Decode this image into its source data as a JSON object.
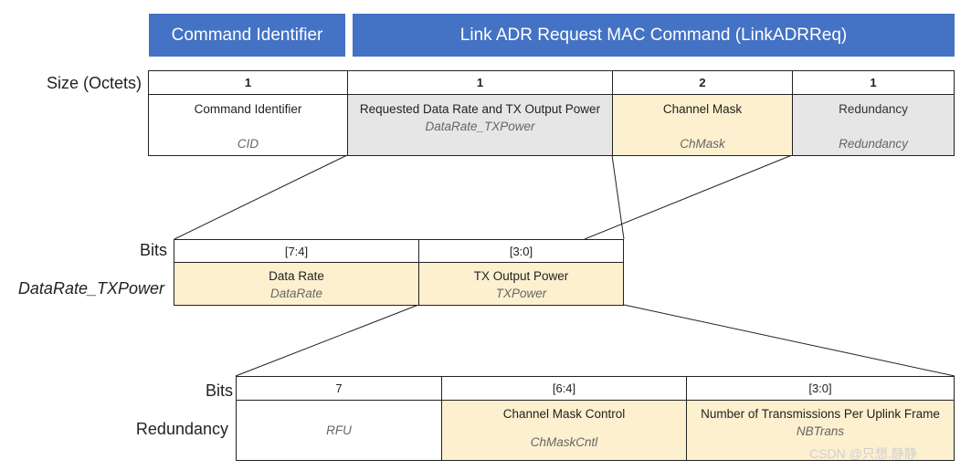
{
  "banners": {
    "left": "Command Identifier",
    "right": "Link ADR Request MAC Command (LinkADRReq)"
  },
  "table1": {
    "row_label": "Size (Octets)",
    "sizes": [
      "1",
      "1",
      "2",
      "1"
    ],
    "fields": [
      {
        "title": "Command Identifier",
        "abbr": "CID"
      },
      {
        "title": "Requested Data Rate and TX Output Power",
        "abbr": "DataRate_TXPower"
      },
      {
        "title": "Channel Mask",
        "abbr": "ChMask"
      },
      {
        "title": "Redundancy",
        "abbr": "Redundancy"
      }
    ]
  },
  "table2": {
    "bits_label": "Bits",
    "row_label": "DataRate_TXPower",
    "bits": [
      "[7:4]",
      "[3:0]"
    ],
    "fields": [
      {
        "title": "Data Rate",
        "abbr": "DataRate"
      },
      {
        "title": "TX Output Power",
        "abbr": "TXPower"
      }
    ]
  },
  "table3": {
    "bits_label": "Bits",
    "row_label": "Redundancy",
    "bits": [
      "7",
      "[6:4]",
      "[3:0]"
    ],
    "rfu": "RFU",
    "fields": [
      {
        "title": "Channel Mask Control",
        "abbr": "ChMaskCntl"
      },
      {
        "title": "Number of Transmissions Per Uplink Frame",
        "abbr": "NBTrans"
      }
    ]
  },
  "watermark": "CSDN @只想.静静"
}
